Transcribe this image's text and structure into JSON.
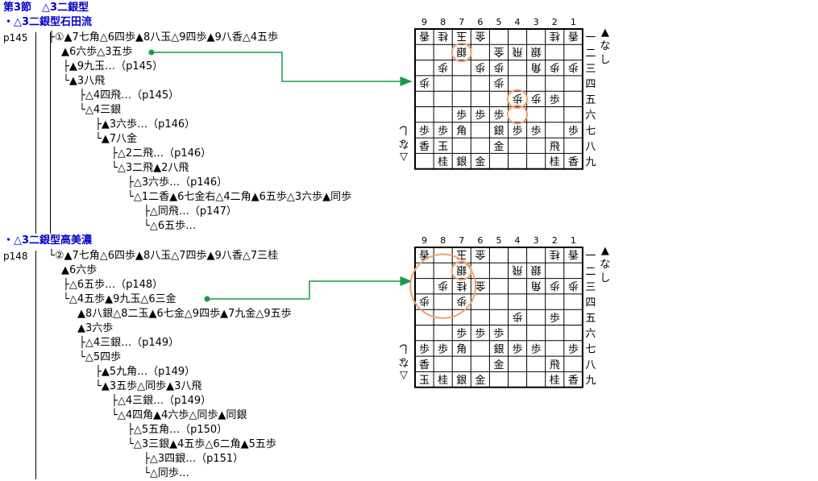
{
  "section_title": "第3節　△3二銀型",
  "s1": {
    "heading": "・△3二銀型石田流",
    "page": "p145",
    "lines": [
      "├①▲7七角△6四歩▲8八玉△9四歩▲9八香△4五歩",
      "▲6六歩△3五歩",
      "├▲9九玉…（p145）",
      "└▲3八飛",
      "├△4四飛…（p145）",
      "└△4三銀",
      "├▲3六歩…（p146）",
      "└▲7八金",
      "├△2二飛…（p146）",
      "└△3二飛▲2八飛",
      "├△3六歩…（p146）",
      "└△1二香▲6七金右△4二角▲6五歩△3六歩▲同歩",
      "├△同飛…（p147）",
      "└△6五歩…"
    ]
  },
  "s2": {
    "heading": "・△3二銀型高美濃",
    "page": "p148",
    "lines": [
      "└②▲7七角△6四歩▲8八玉△7四歩▲9八香△7三桂",
      "▲6六歩",
      "├△6五歩…（p148）",
      "└△4五歩▲9九玉△6三金",
      "▲8八銀△8二玉▲6七金△9四歩▲7九金△9五歩",
      "▲3六歩",
      "├△4三銀…（p149）",
      "└△5四歩",
      "├▲5九角…（p149）",
      "└▲3五歩△同歩▲3八飛",
      "├△4三銀…（p149）",
      "└△4四角▲4六歩△同歩▲同銀",
      "├△5五角…（p150）",
      "└△3三銀▲4五歩△6二角▲5五歩",
      "├△3四銀…（p151）",
      "└△同歩…"
    ]
  },
  "board1": {
    "files": [
      "9",
      "8",
      "7",
      "6",
      "5",
      "4",
      "3",
      "2",
      "1"
    ],
    "ranks": [
      "一",
      "二",
      "三",
      "四",
      "五",
      "六",
      "七",
      "八",
      "九"
    ],
    "gote_hand": "▲なし",
    "sente_hand": "△なし",
    "cells": [
      [
        "香g",
        "桂g",
        "玉g",
        "金g",
        "",
        "",
        "",
        "桂g",
        "香g"
      ],
      [
        "",
        "",
        "銀g",
        "",
        "金g",
        "飛g",
        "銀g",
        "",
        ""
      ],
      [
        "",
        "歩g",
        "",
        "歩g",
        "歩g",
        "",
        "角g",
        "歩g",
        "歩g"
      ],
      [
        "歩g",
        "",
        "",
        "",
        "歩g",
        "",
        "",
        "",
        ""
      ],
      [
        "",
        "",
        "",
        "",
        "",
        "歩g",
        "歩g",
        "歩",
        ""
      ],
      [
        "",
        "",
        "歩",
        "歩",
        "歩",
        "",
        "",
        "",
        ""
      ],
      [
        "歩",
        "歩",
        "角",
        "",
        "銀",
        "歩",
        "歩",
        "",
        "歩"
      ],
      [
        "香",
        "玉",
        "",
        "",
        "金",
        "",
        "",
        "飛",
        ""
      ],
      [
        "",
        "桂",
        "銀",
        "金",
        "",
        "",
        "",
        "桂",
        "香"
      ]
    ],
    "circles": [
      [
        2,
        1
      ],
      [
        5,
        4
      ],
      [
        5,
        5
      ]
    ]
  },
  "board2": {
    "files": [
      "9",
      "8",
      "7",
      "6",
      "5",
      "4",
      "3",
      "2",
      "1"
    ],
    "ranks": [
      "一",
      "二",
      "三",
      "四",
      "五",
      "六",
      "七",
      "八",
      "九"
    ],
    "gote_hand": "▲なし",
    "sente_hand": "△なし",
    "cells": [
      [
        "香g",
        "",
        "玉g",
        "金g",
        "",
        "",
        "",
        "桂g",
        "香g"
      ],
      [
        "",
        "",
        "銀g",
        "",
        "",
        "飛g",
        "銀g",
        "",
        ""
      ],
      [
        "",
        "歩g",
        "桂g",
        "金g",
        "",
        "",
        "角g",
        "歩g",
        "歩g"
      ],
      [
        "歩g",
        "",
        "歩g",
        "",
        "",
        "",
        "",
        "",
        ""
      ],
      [
        "",
        "",
        "",
        "",
        "",
        "歩g",
        "",
        "歩",
        ""
      ],
      [
        "",
        "",
        "歩",
        "歩",
        "歩",
        "",
        "",
        "",
        ""
      ],
      [
        "歩",
        "歩",
        "角",
        "",
        "銀",
        "歩",
        "歩",
        "",
        "歩"
      ],
      [
        "香",
        "",
        "",
        "",
        "金",
        "",
        "",
        "飛",
        ""
      ],
      [
        "玉",
        "桂",
        "銀",
        "金",
        "",
        "",
        "",
        "桂",
        "香"
      ]
    ],
    "circles": [
      [
        2,
        1
      ]
    ],
    "big_circle": [
      1,
      2
    ]
  }
}
